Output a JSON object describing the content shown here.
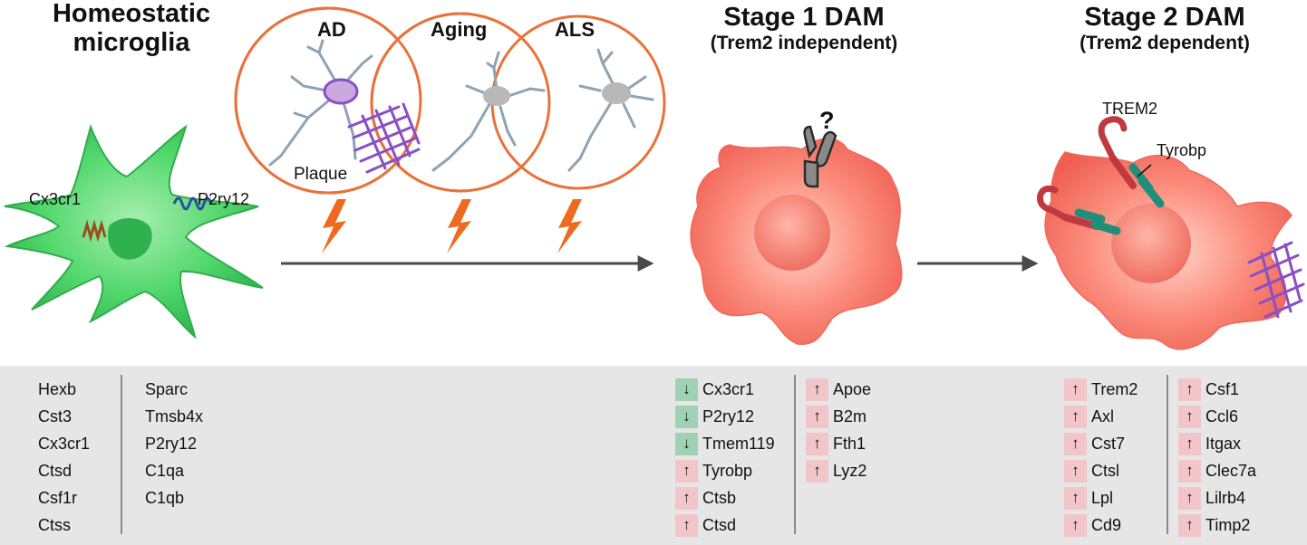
{
  "homeostatic": {
    "title_line1": "Homeostatic",
    "title_line2": "microglia",
    "receptor_cx3cr1": "Cx3cr1",
    "receptor_p2ry12": "P2ry12",
    "genes_col1": [
      "Hexb",
      "Cst3",
      "Cx3cr1",
      "Ctsd",
      "Csf1r",
      "Ctss"
    ],
    "genes_col2": [
      "Sparc",
      "Tmsb4x",
      "P2ry12",
      "C1qa",
      "C1qb"
    ]
  },
  "conditions": {
    "ad": "AD",
    "aging": "Aging",
    "als": "ALS",
    "plaque_label": "Plaque"
  },
  "stage1": {
    "title_line1": "Stage 1 DAM",
    "title_line2": "(Trem2 independent)",
    "question_mark": "?",
    "col1": [
      {
        "dir": "down",
        "symbol": "↓",
        "gene": "Cx3cr1"
      },
      {
        "dir": "down",
        "symbol": "↓",
        "gene": "P2ry12"
      },
      {
        "dir": "down",
        "symbol": "↓",
        "gene": "Tmem119"
      },
      {
        "dir": "up",
        "symbol": "↑",
        "gene": "Tyrobp"
      },
      {
        "dir": "up",
        "symbol": "↑",
        "gene": "Ctsb"
      },
      {
        "dir": "up",
        "symbol": "↑",
        "gene": "Ctsd"
      }
    ],
    "col2": [
      {
        "dir": "up",
        "symbol": "↑",
        "gene": "Apoe"
      },
      {
        "dir": "up",
        "symbol": "↑",
        "gene": "B2m"
      },
      {
        "dir": "up",
        "symbol": "↑",
        "gene": "Fth1"
      },
      {
        "dir": "up",
        "symbol": "↑",
        "gene": "Lyz2"
      }
    ]
  },
  "stage2": {
    "title_line1": "Stage 2 DAM",
    "title_line2": "(Trem2 dependent)",
    "trem2_label": "TREM2",
    "tyrobp_label": "Tyrobp",
    "col1": [
      {
        "dir": "up",
        "symbol": "↑",
        "gene": "Trem2"
      },
      {
        "dir": "up",
        "symbol": "↑",
        "gene": "Axl"
      },
      {
        "dir": "up",
        "symbol": "↑",
        "gene": "Cst7"
      },
      {
        "dir": "up",
        "symbol": "↑",
        "gene": "Ctsl"
      },
      {
        "dir": "up",
        "symbol": "↑",
        "gene": "Lpl"
      },
      {
        "dir": "up",
        "symbol": "↑",
        "gene": "Cd9"
      }
    ],
    "col2": [
      {
        "dir": "up",
        "symbol": "↑",
        "gene": "Csf1"
      },
      {
        "dir": "up",
        "symbol": "↑",
        "gene": "Ccl6"
      },
      {
        "dir": "up",
        "symbol": "↑",
        "gene": "Itgax"
      },
      {
        "dir": "up",
        "symbol": "↑",
        "gene": "Clec7a"
      },
      {
        "dir": "up",
        "symbol": "↑",
        "gene": "Lilrb4"
      },
      {
        "dir": "up",
        "symbol": "↑",
        "gene": "Timp2"
      }
    ]
  },
  "colors": {
    "homeostatic_cell": "#4fd66a",
    "dam_cell": "#f7806f",
    "condition_ring": "#e8733a",
    "lightning": "#ef6a1f",
    "plaque": "#8a4fc4",
    "trem2_receptor": "#c0393f",
    "tyrobp": "#1f8f7a",
    "up_box": "#f2c5c9",
    "down_box": "#9fd2b2",
    "gene_band": "#e6e6e6"
  }
}
